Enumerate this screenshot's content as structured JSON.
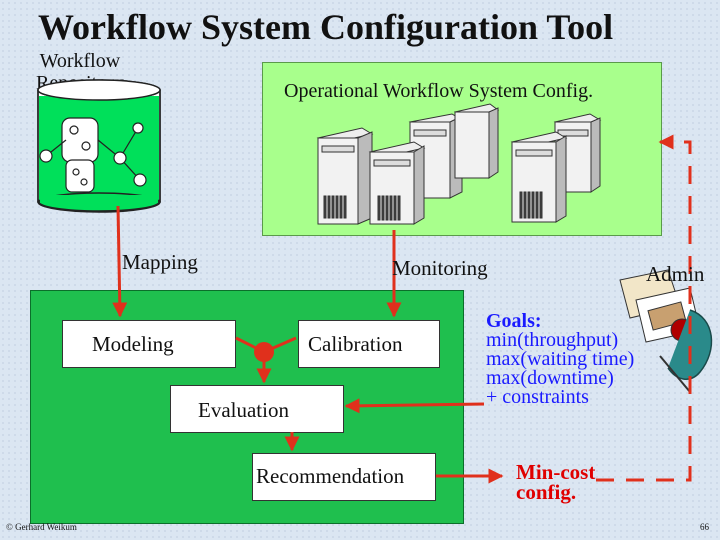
{
  "title": "Workflow System Configuration Tool",
  "repository": {
    "line1": "Workflow",
    "line2": "Repository"
  },
  "operational_config": "Operational Workflow System Config.",
  "labels": {
    "mapping": "Mapping",
    "monitoring": "Monitoring",
    "admin": "Admin",
    "modeling": "Modeling",
    "calibration": "Calibration",
    "evaluation": "Evaluation",
    "recommendation": "Recommendation"
  },
  "goals": {
    "heading": "Goals:",
    "lines": [
      "min(throughput)",
      "max(waiting time)",
      "max(downtime)",
      "+ constraints"
    ]
  },
  "min_cost": {
    "line1": "Min-cost",
    "line2": "config."
  },
  "footer": {
    "copyright": "© Gerhard Weikum",
    "page": "66"
  },
  "colors": {
    "arrow": "#e0301c",
    "goals": "#1a1aff",
    "min_cost": "#e00000"
  }
}
